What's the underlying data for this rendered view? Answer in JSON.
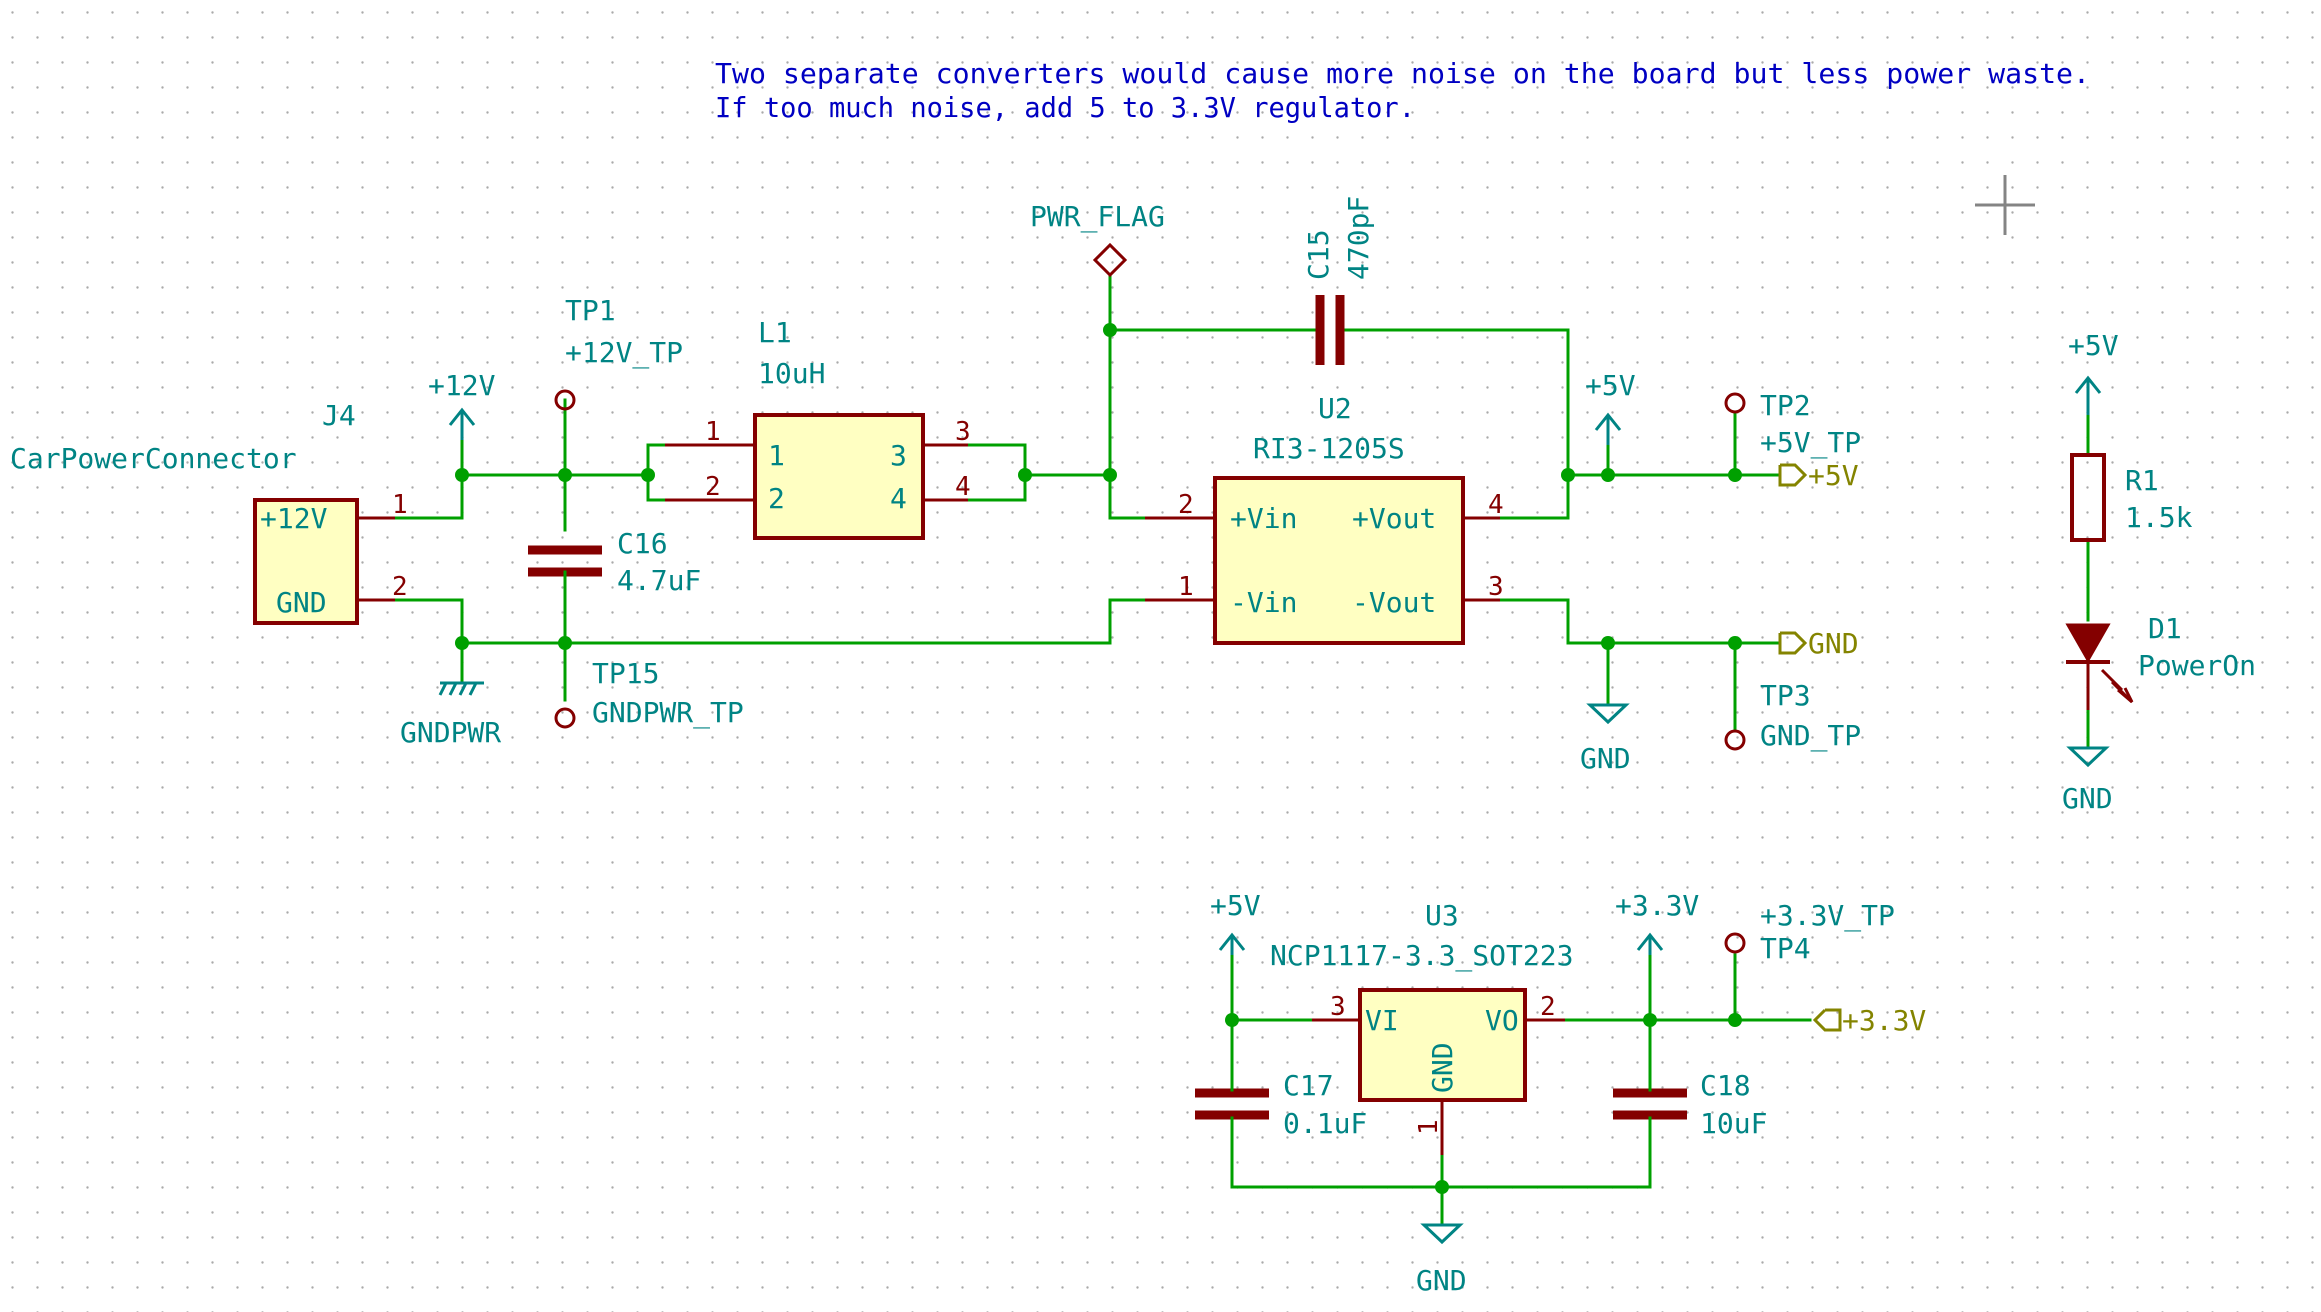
{
  "note": {
    "line1": "Two separate converters would cause more noise on the board but less power waste.",
    "line2": "If too much noise, add 5 to 3.3V regulator."
  },
  "j4": {
    "ref": "J4",
    "value": "CarPowerConnector",
    "pin1_name": "+12V",
    "pin2_name": "GND",
    "pin1": "1",
    "pin2": "2"
  },
  "power": {
    "p12v": "+12V",
    "gndpwr": "GNDPWR",
    "pwr_flag": "PWR_FLAG",
    "p5v_a": "+5V",
    "gnd_a": "GND",
    "p5v_led": "+5V",
    "gnd_led": "GND",
    "p5v_reg": "+5V",
    "p33v": "+3.3V",
    "gnd_reg": "GND"
  },
  "tp1": {
    "ref": "TP1",
    "value": "+12V_TP"
  },
  "tp15": {
    "ref": "TP15",
    "value": "GNDPWR_TP"
  },
  "tp2": {
    "ref": "TP2",
    "value": "+5V_TP"
  },
  "tp3": {
    "ref": "TP3",
    "value": "GND_TP"
  },
  "tp4": {
    "ref": "TP4",
    "value": "+3.3V_TP"
  },
  "c16": {
    "ref": "C16",
    "value": "4.7uF"
  },
  "c15": {
    "ref": "C15",
    "value": "470pF"
  },
  "c17": {
    "ref": "C17",
    "value": "0.1uF"
  },
  "c18": {
    "ref": "C18",
    "value": "10uF"
  },
  "l1": {
    "ref": "L1",
    "value": "10uH",
    "p1": "1",
    "p2": "2",
    "p3": "3",
    "p4": "4"
  },
  "u2": {
    "ref": "U2",
    "value": "RI3-1205S",
    "vinp": "+Vin",
    "vinn": "-Vin",
    "voutp": "+Vout",
    "voutn": "-Vout",
    "p1": "1",
    "p2": "2",
    "p3": "3",
    "p4": "4"
  },
  "u3": {
    "ref": "U3",
    "value": "NCP1117-3.3_SOT223",
    "vi": "VI",
    "vo": "VO",
    "gnd": "GND",
    "p1": "1",
    "p2": "2",
    "p3": "3"
  },
  "r1": {
    "ref": "R1",
    "value": "1.5k"
  },
  "d1": {
    "ref": "D1",
    "value": "PowerOn"
  },
  "labels": {
    "p5v": "+5V",
    "gnd": "GND",
    "p33v": "+3.3V"
  },
  "colors": {
    "wire": "#00a000",
    "component": "#840000",
    "text": "#008484",
    "global_label": "#848400",
    "note": "#0000c2",
    "fill": "#ffffc2"
  }
}
